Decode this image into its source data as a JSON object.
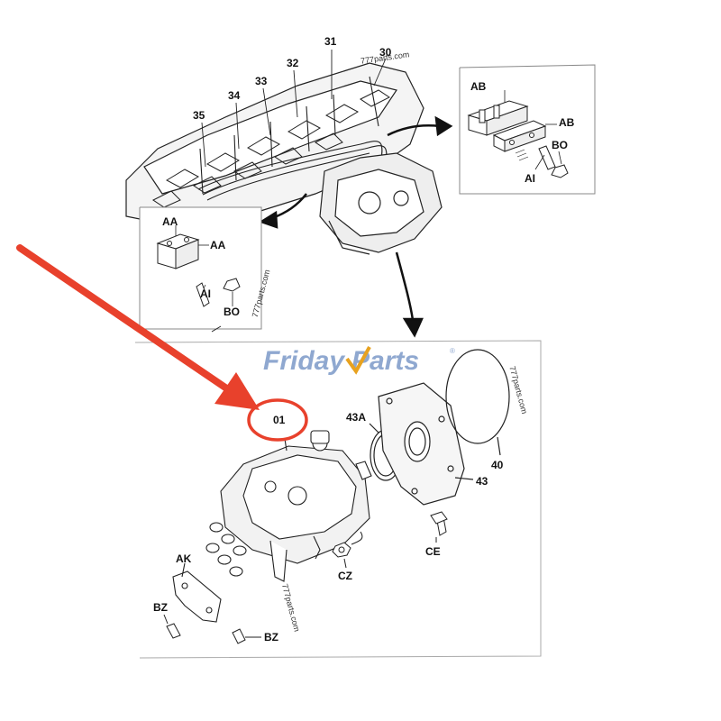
{
  "brand": {
    "part1": "Friday",
    "part2": "Parts",
    "mark": "®",
    "color_main": "#8fa8d0",
    "color_accent": "#e8a21f"
  },
  "watermarks": {
    "top": "777parts.com",
    "middle": "777parts.com",
    "right": "777parts.com",
    "bottom": "777parts.com"
  },
  "engine_labels": {
    "l31": "31",
    "l30": "30",
    "l32": "32",
    "l33": "33",
    "l34": "34",
    "l35": "35"
  },
  "detail_ab": {
    "label1": "AB",
    "label2": "AB",
    "label_bo": "BO",
    "label_ai": "AI"
  },
  "detail_aa": {
    "label1": "AA",
    "label2": "AA",
    "label_ai": "AI",
    "label_bo": "BO"
  },
  "pump_labels": {
    "l01": "01",
    "l43A": "43A",
    "l40": "40",
    "l43": "43",
    "lCE": "CE",
    "lCZ": "CZ",
    "lAK": "AK",
    "lBZ1": "BZ",
    "lBZ2": "BZ"
  },
  "colors": {
    "highlight": "#e8412c",
    "line": "#222222",
    "box": "#888888"
  }
}
